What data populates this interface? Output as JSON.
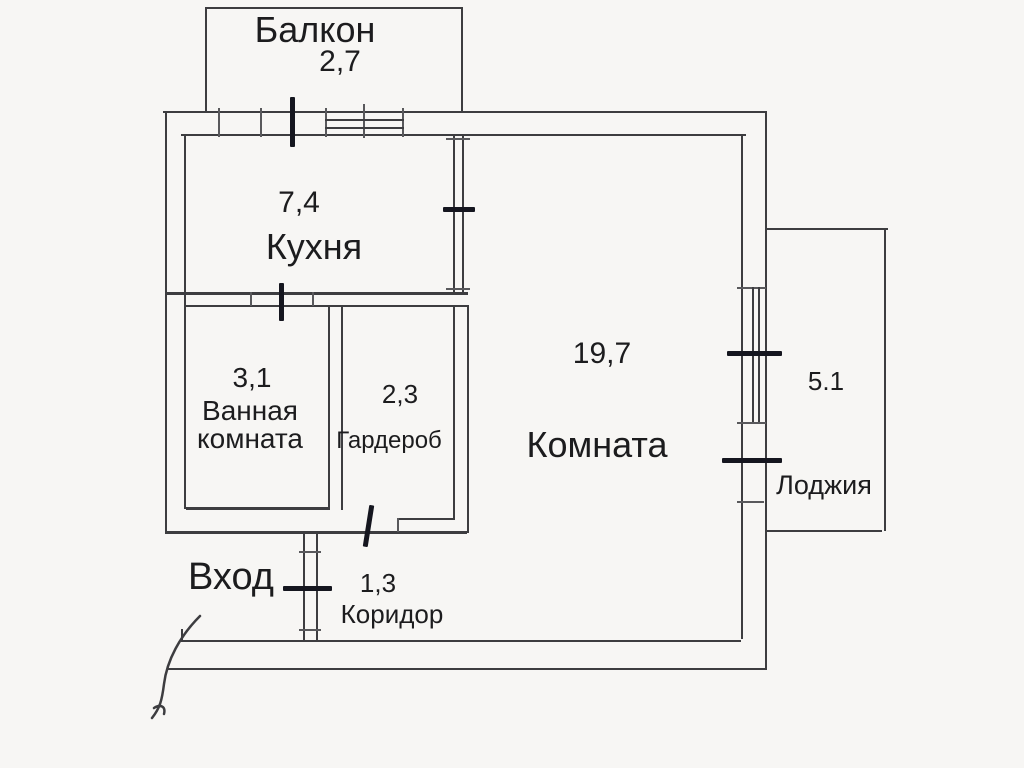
{
  "plan_type": "apartment-floor-plan",
  "rooms": {
    "balcony": {
      "label": "Балкон",
      "area": "2,7"
    },
    "kitchen": {
      "label": "Кухня",
      "area": "7,4"
    },
    "bathroom": {
      "label_line1": "Ванная",
      "label_line2": "комната",
      "area": "3,1"
    },
    "wardrobe": {
      "label": "Гардероб",
      "area": "2,3"
    },
    "living_room": {
      "label": "Комната",
      "area": "19,7"
    },
    "loggia": {
      "label": "Лоджия",
      "area": "5.1"
    },
    "corridor": {
      "label": "Коридор",
      "area": "1,3"
    },
    "entrance": {
      "label": "Вход"
    }
  },
  "colors": {
    "paper": "#f7f6f4",
    "line": "#3d3d40",
    "dark_tick": "#15161f",
    "text": "#1c1c1e"
  }
}
